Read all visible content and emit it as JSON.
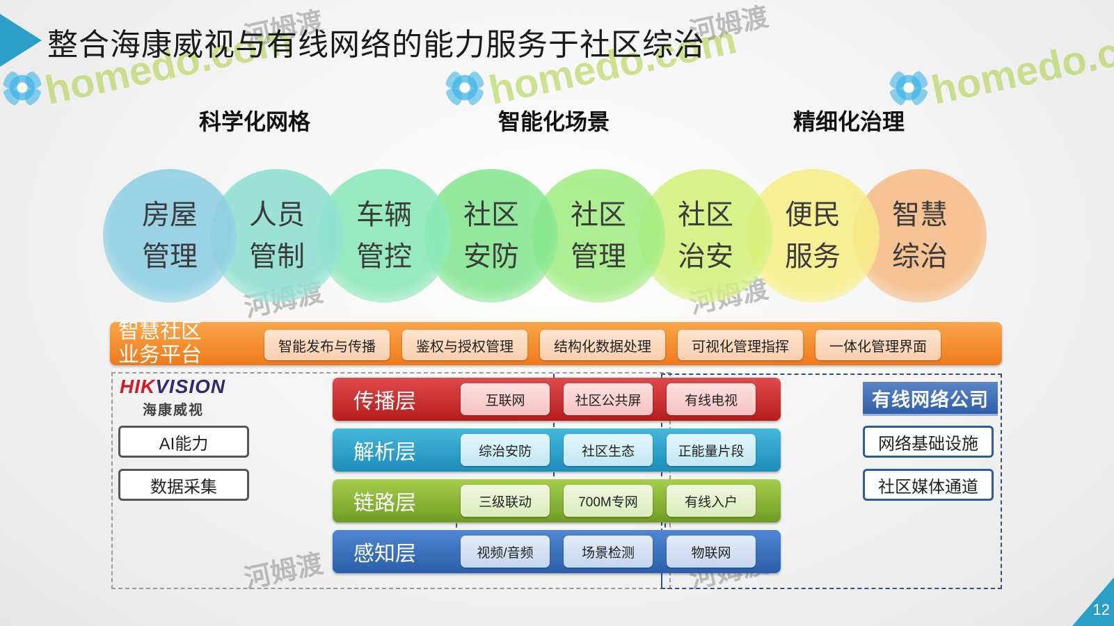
{
  "title": "整合海康威视与有线网络的能力服务于社区综治",
  "column_headers": [
    "科学化网格",
    "智能化场景",
    "精细化治理"
  ],
  "circles": [
    {
      "line1": "房屋",
      "line2": "管理",
      "color": "#8ecfe3"
    },
    {
      "line1": "人员",
      "line2": "管制",
      "color": "#8fe0d0"
    },
    {
      "line1": "车辆",
      "line2": "管控",
      "color": "#8ae8b8"
    },
    {
      "line1": "社区",
      "line2": "安防",
      "color": "#86e690"
    },
    {
      "line1": "社区",
      "line2": "管理",
      "color": "#a2ec84"
    },
    {
      "line1": "社区",
      "line2": "治安",
      "color": "#d5f07c"
    },
    {
      "line1": "便民",
      "line2": "服务",
      "color": "#f6ee86"
    },
    {
      "line1": "智慧",
      "line2": "综治",
      "color": "#f6bc86"
    }
  ],
  "platform": {
    "label_line1": "智慧社区",
    "label_line2": "业务平台",
    "items": [
      "智能发布与传播",
      "鉴权与授权管理",
      "结构化数据处理",
      "可视化管理指挥",
      "一体化管理界面"
    ]
  },
  "hikvision": {
    "logo_h": "HIK",
    "logo_rest": "VISION",
    "sub": "海康威视",
    "capabilities": [
      "AI能力",
      "数据采集"
    ]
  },
  "cable_company": {
    "header": "有线网络公司",
    "capabilities": [
      "网络基础设施",
      "社区媒体通道"
    ]
  },
  "layers": [
    {
      "name": "传播层",
      "items": [
        "互联网",
        "社区公共屏",
        "有线电视"
      ]
    },
    {
      "name": "解析层",
      "items": [
        "综治安防",
        "社区生态",
        "正能量片段"
      ]
    },
    {
      "name": "链路层",
      "items": [
        "三级联动",
        "700M专网",
        "有线入户"
      ]
    },
    {
      "name": "感知层",
      "items": [
        "视频/音频",
        "场景检测",
        "物联网"
      ]
    }
  ],
  "watermark": {
    "latin": "homedo.com",
    "cn": "河姆渡"
  },
  "page_number": "12"
}
